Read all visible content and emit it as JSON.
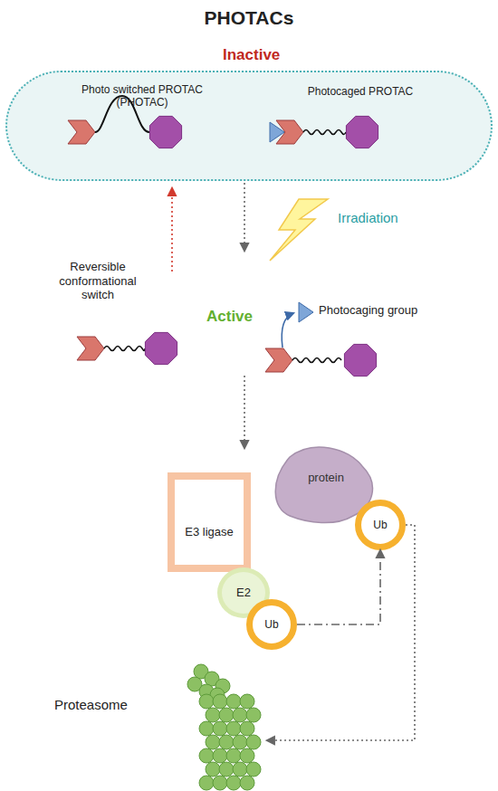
{
  "diagram": {
    "title": "PHOTACs",
    "nodes": [
      {
        "text": [
          "Inactive",
          "Photo switched PROTAC (PHOTAC)",
          "Photocaged PROTAC"
        ]
      },
      {
        "text": [
          "E3 ligase"
        ]
      },
      {
        "text": [
          "E2"
        ]
      },
      {
        "text": [
          "Ub"
        ]
      },
      {
        "text": [
          "protein"
        ]
      },
      {
        "text": [
          "Ub"
        ]
      },
      {
        "text": [
          "Proteasome"
        ]
      }
    ],
    "edges": [
      {
        "from": 3,
        "to": 5,
        "arrow": "to"
      },
      {
        "from": 5,
        "to": 6,
        "arrow": "to"
      }
    ],
    "labels": [
      "Irradiation",
      "Reversible conformational switch",
      "Active",
      "Photocaging group"
    ]
  }
}
